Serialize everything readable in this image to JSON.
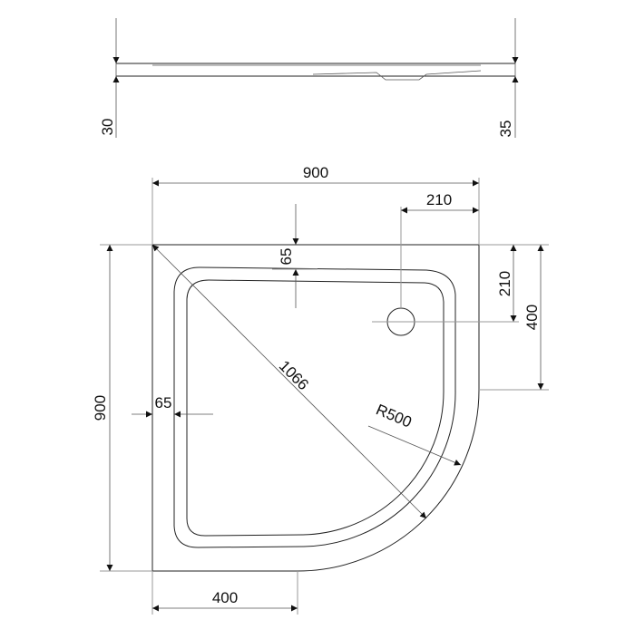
{
  "dimensions": {
    "side_left_height": "30",
    "side_right_height": "35",
    "overall_width": "900",
    "overall_height": "900",
    "drain_offset_x": "210",
    "drain_offset_y": "210",
    "rim_top": "65",
    "rim_left": "65",
    "diagonal": "1066",
    "radius": "R500",
    "straight_bottom": "400",
    "straight_right": "400"
  },
  "colors": {
    "line": "#222222",
    "text": "#111111",
    "background": "#ffffff"
  }
}
